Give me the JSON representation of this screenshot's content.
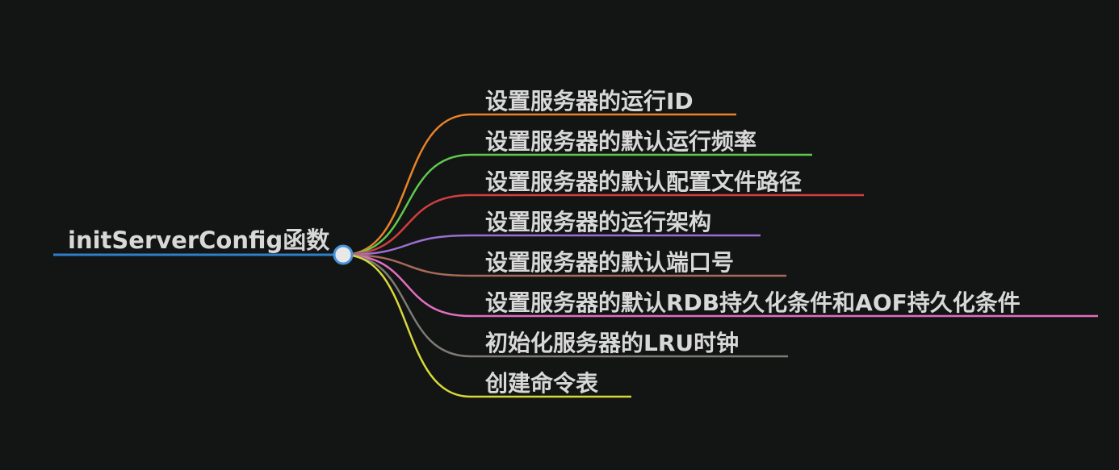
{
  "root": {
    "label": "initServerConfig函数",
    "color": "#2f7fc8"
  },
  "children": [
    {
      "label": "设置服务器的运行ID",
      "color": "#e8832a"
    },
    {
      "label": "设置服务器的默认运行频率",
      "color": "#5fc94e"
    },
    {
      "label": "设置服务器的默认配置文件路径",
      "color": "#d23e3e"
    },
    {
      "label": "设置服务器的运行架构",
      "color": "#9a6fd0"
    },
    {
      "label": "设置服务器的默认端口号",
      "color": "#a86a5a"
    },
    {
      "label": "设置服务器的默认RDB持久化条件和AOF持久化条件",
      "color": "#e06fc0"
    },
    {
      "label": "初始化服务器的LRU时钟",
      "color": "#7e7a76"
    },
    {
      "label": "创建命令表",
      "color": "#d8d83a"
    }
  ],
  "node_color": "#e8e8e8",
  "node_border": "#4a90d9"
}
